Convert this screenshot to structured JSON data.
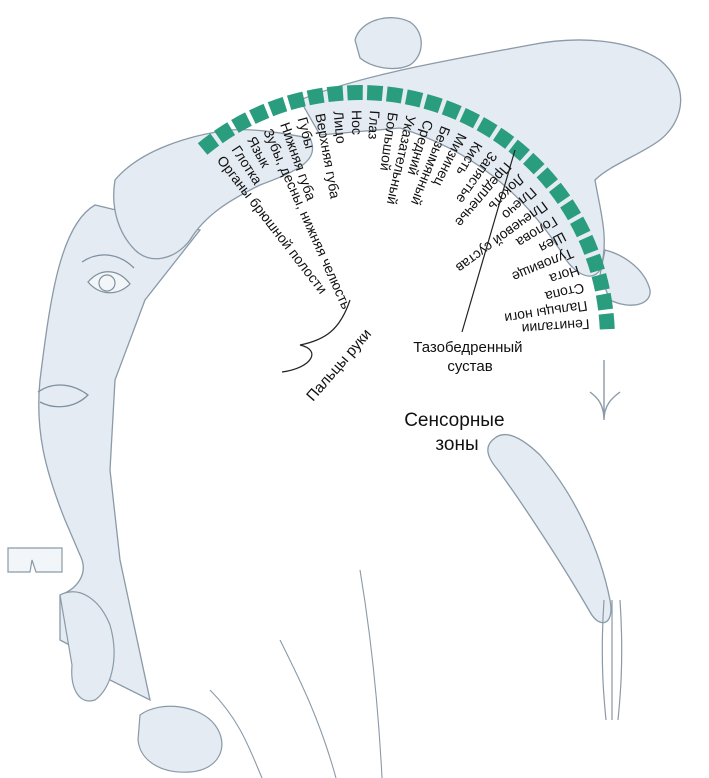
{
  "title": "Сенсорные зоны",
  "title_lines": [
    "Сенсорные",
    "зоны"
  ],
  "group_label": "Пальцы руки",
  "joint_label_lines": [
    "Тазобедренный",
    "сустав"
  ],
  "accent_color": "#2a9d7f",
  "outline_color": "#8a9aa8",
  "fill_color": "#e4ebf2",
  "zones": [
    "Органы брюшной полости",
    "Глотка",
    "Язык",
    "Зубы, десны, нижняя челюсть",
    "Нижняя губа",
    "Губы",
    "Верхняя губа",
    "Лицо",
    "Нос",
    "Глаз",
    "Большой",
    "Указательный",
    "Средний",
    "Безымянный",
    "Мизинец",
    "Кисть",
    "Запястье",
    "Предплечье",
    "Локоть",
    "Плечо",
    "Плечевой сустав",
    "Голова",
    "Шея",
    "Туловище",
    "Нога",
    "Стопа",
    "Пальцы ноги",
    "Гениталии"
  ]
}
